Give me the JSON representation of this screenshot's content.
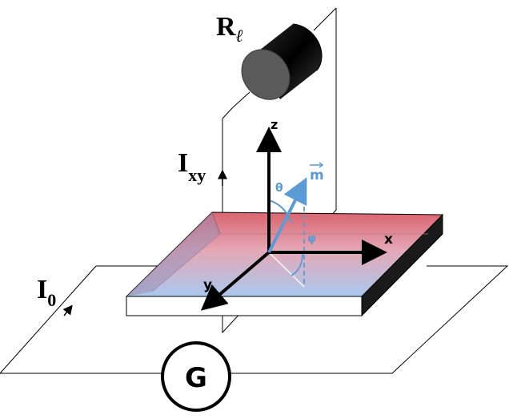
{
  "labels": {
    "resistor_main": "R",
    "resistor_sub": "ℓ",
    "i_xy_main": "I",
    "i_xy_sub": "xy",
    "i_0_main": "I",
    "i_0_sub": "0",
    "axis_z": "z",
    "axis_x": "x",
    "axis_y": "y",
    "theta": "θ",
    "phi": "φ",
    "magnetization": "m",
    "meter": "G"
  },
  "colors": {
    "slab_top_back": "#d9656e",
    "slab_top_front": "#a9c9ee",
    "magnetization": "#5b9bd5",
    "slab_side_dark": "#1a1a1a"
  }
}
